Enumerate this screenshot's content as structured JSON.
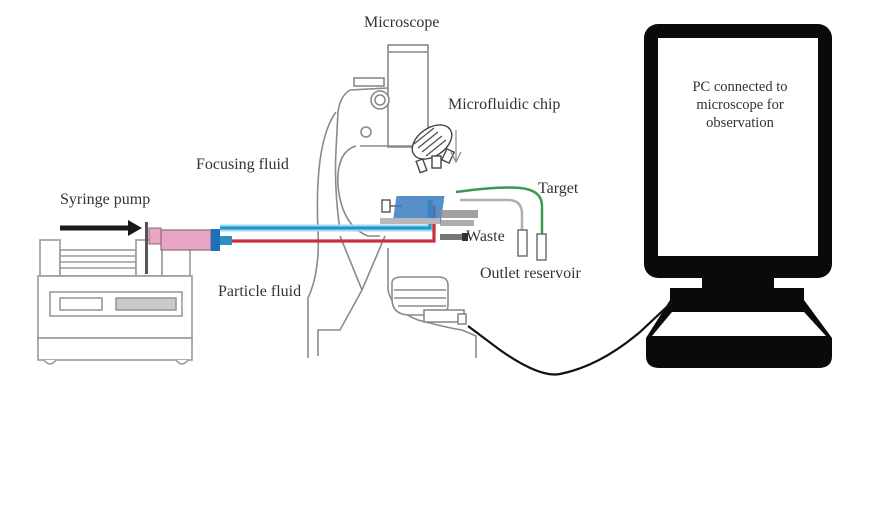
{
  "figure": {
    "title": "Microfluidic particle focusing experimental setup",
    "labels": {
      "microscope": "Microscope",
      "microfluidic_chip": "Microfluidic chip",
      "focusing_fluid": "Focusing fluid",
      "syringe_pump": "Syringe pump",
      "particle_fluid": "Particle fluid",
      "target": "Target",
      "waste": "Waste",
      "outlet_reservoir": "Outlet reservoir",
      "pc_line1": "PC connected to",
      "pc_line2": "microscope for",
      "pc_line3": "observation"
    },
    "colors": {
      "focusing_line": "#2f8fc4",
      "focusing_glow": "#8fe0f5",
      "particle_line": "#cf2f3c",
      "target_line": "#3a9a52",
      "syringe": "#e8a6c4",
      "outline": "#8a8a8a",
      "pc_body": "#0a0a0a",
      "cable": "#111111"
    },
    "components": [
      "syringe-pump",
      "syringe",
      "microscope",
      "microfluidic-chip",
      "outlet-reservoir",
      "pc-monitor"
    ]
  }
}
